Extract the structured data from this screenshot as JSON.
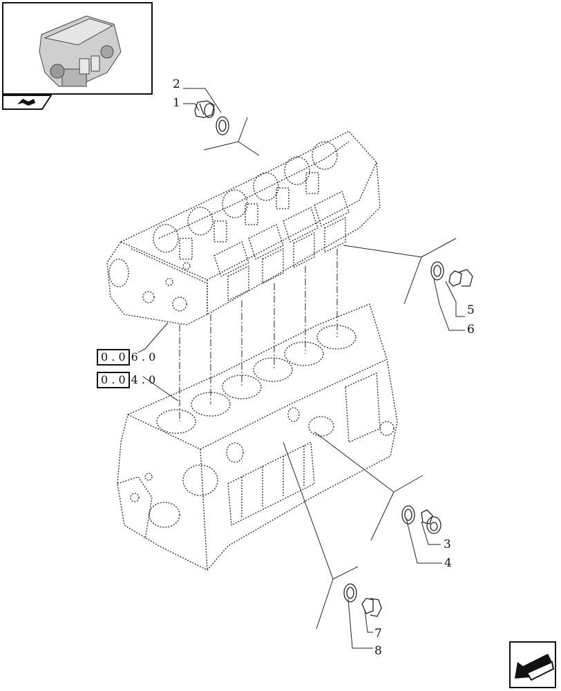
{
  "callouts": {
    "c1": "1",
    "c2": "2",
    "c3": "3",
    "c4": "4",
    "c5": "5",
    "c6": "6",
    "c7": "7",
    "c8": "8"
  },
  "refs": [
    {
      "boxed": "0 . 0",
      "rest": "6 . 0"
    },
    {
      "boxed": "0 . 0",
      "rest": "4 . 0"
    }
  ],
  "icons": {
    "thumbnail": "engine-thumbnail-icon",
    "tab": "assembly-tab-icon",
    "nav": "previous-page-arrow-icon"
  }
}
